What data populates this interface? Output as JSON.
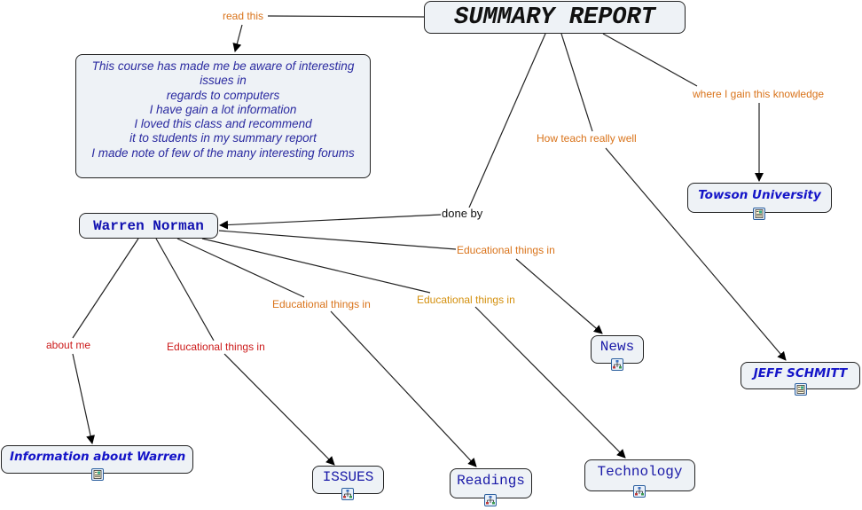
{
  "concept_map": {
    "title": "SUMMARY REPORT",
    "nodes": {
      "summary": {
        "label": "SUMMARY REPORT"
      },
      "note": {
        "lines": [
          "This course has made me be aware of interesting",
          "issues in",
          "regards to computers",
          "I have gain a lot information",
          "I loved this class and recommend",
          "it to students in my summary report",
          "I made note of few of the many interesting forums"
        ]
      },
      "warren": {
        "label": "Warren Norman"
      },
      "towson": {
        "label": "Towson University",
        "icon": "document-icon"
      },
      "jeff": {
        "label": "JEFF SCHMITT",
        "icon": "document-icon"
      },
      "info": {
        "label": "Information about Warren",
        "icon": "document-icon"
      },
      "issues": {
        "label": "ISSUES",
        "icon": "concept-map-icon"
      },
      "readings": {
        "label": "Readings",
        "icon": "concept-map-icon"
      },
      "news": {
        "label": "News",
        "icon": "concept-map-icon"
      },
      "technology": {
        "label": "Technology",
        "icon": "concept-map-icon"
      }
    },
    "links": {
      "read_this": "read this",
      "done_by": "done by",
      "how_teach": "How teach really well",
      "where_gain": "where I gain this knowledge",
      "about_me": "about me",
      "edu_issues": "Educational things in",
      "edu_readings": "Educational things in",
      "edu_tech": "Educational things in",
      "edu_news": "Educational things in"
    },
    "colors": {
      "node_fill": "#eef2f6",
      "node_text": "#1a1aa8",
      "link_orange": "#d9731a",
      "link_gold": "#d4900e",
      "link_red": "#cc1a1a"
    }
  }
}
